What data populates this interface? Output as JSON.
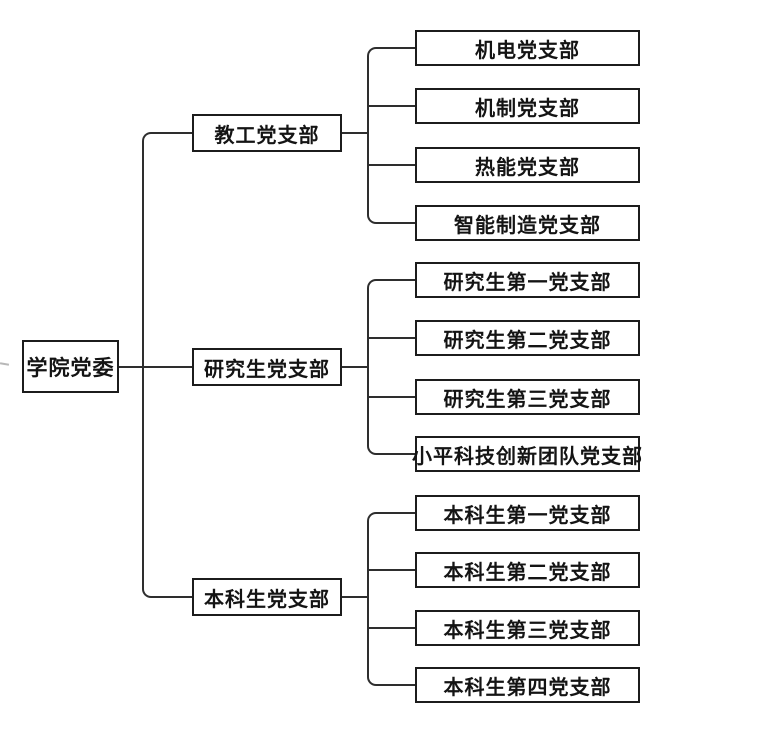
{
  "org_chart": {
    "root": {
      "label": "学院党委"
    },
    "branches": [
      {
        "label": "教工党支部",
        "children": [
          "机电党支部",
          "机制党支部",
          "热能党支部",
          "智能制造党支部"
        ]
      },
      {
        "label": "研究生党支部",
        "children": [
          "研究生第一党支部",
          "研究生第二党支部",
          "研究生第三党支部",
          "小平科技创新团队党支部"
        ]
      },
      {
        "label": "本科生党支部",
        "children": [
          "本科生第一党支部",
          "本科生第二党支部",
          "本科生第三党支部",
          "本科生第四党支部"
        ]
      }
    ]
  },
  "colors": {
    "background": "#ffffff",
    "line": "#2e2e2e",
    "box_border": "#1c1c1c",
    "box_bg": "#ffffff",
    "text": "#141414"
  }
}
